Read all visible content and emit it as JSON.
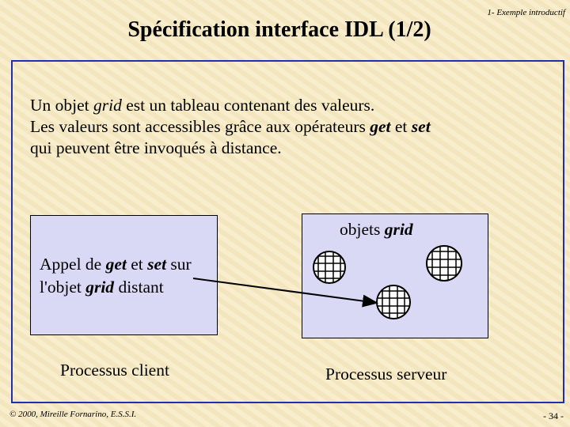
{
  "header": {
    "title": "Spécification interface IDL (1/2)",
    "section": "1- Exemple introductif"
  },
  "intro": {
    "line1_a": "Un objet ",
    "line1_b": "grid",
    "line1_c": " est un tableau contenant des valeurs.",
    "line2_a": "Les valeurs sont accessibles grâce aux opérateurs ",
    "line2_b": "get",
    "line2_c": " et ",
    "line2_d": "set",
    "line3": "qui peuvent être invoqués à distance."
  },
  "client": {
    "call_a": "Appel de ",
    "call_b": "get",
    "call_c": " et ",
    "call_d": "set",
    "call_e": " sur",
    "call_f": "l'objet ",
    "call_g": "grid",
    "call_h": " distant",
    "label": "Processus client"
  },
  "server": {
    "objects_a": "objets ",
    "objects_b": "grid",
    "label": "Processus serveur"
  },
  "footer": {
    "copyright": "© 2000, Mireille Fornarino, E.S.S.I.",
    "page": "- 34 -"
  },
  "colors": {
    "frame": "#1f2fb0",
    "box_fill": "#d9d9f6",
    "background": "#f6ebc8"
  }
}
